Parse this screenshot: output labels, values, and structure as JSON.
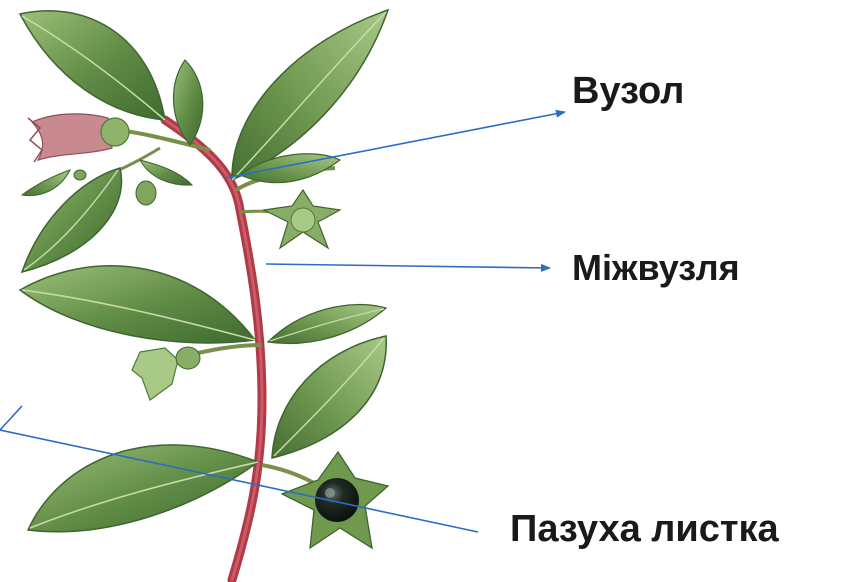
{
  "labels": {
    "node": "Вузол",
    "internode": "Міжвузля",
    "leaf_axil": "Пазуха листка"
  },
  "colors": {
    "stem": "#b03a48",
    "leaf_dark": "#4f7a3a",
    "leaf_light": "#8fb36b",
    "leaf_vein": "#c9dcae",
    "flower": "#c98a8f",
    "berry": "#1e2a22",
    "pointer_line": "#2b6cc4"
  },
  "icons": [
    "plant-illustration",
    "arrow-icon"
  ]
}
